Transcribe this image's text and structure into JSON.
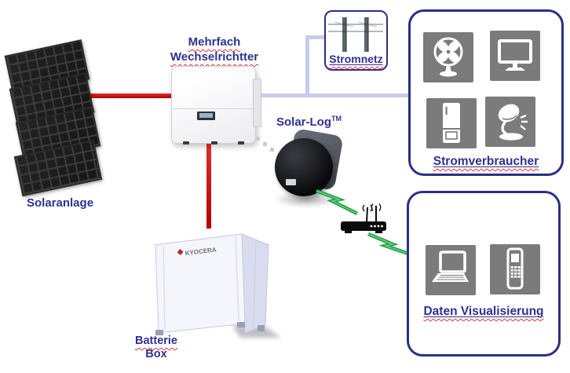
{
  "labels": {
    "solaranlage": "Solaranlage",
    "inverter_line1": "Mehrfach",
    "inverter_line2": "Wechselrichtter",
    "stromnetz": "Stromnetz",
    "solar_log": "Solar-Log",
    "solar_log_tm": "TM",
    "stromverbraucher": "Stromverbraucher",
    "daten_visualisierung": "Daten Visualisierung",
    "batterie_line1": "Batterie",
    "batterie_line2": "Box"
  },
  "battery": {
    "brand": "KYOCERA"
  },
  "consumer_icons": [
    "fan",
    "monitor",
    "refrigerator",
    "desk-lamp"
  ],
  "visualization_icons": [
    "laptop",
    "mobile-phone"
  ],
  "connection_icons": [
    "power-poles",
    "wifi-router",
    "wireless-zigzag",
    "dotted-link"
  ],
  "colors": {
    "label_text": "#2e3192",
    "box_border": "#2d2f86",
    "dc_line": "#c40000",
    "grid_line": "#c9cbe8",
    "wireless": "#2fae4e",
    "icon_tile": "#7b7b7b",
    "squiggle": "#e03434"
  }
}
